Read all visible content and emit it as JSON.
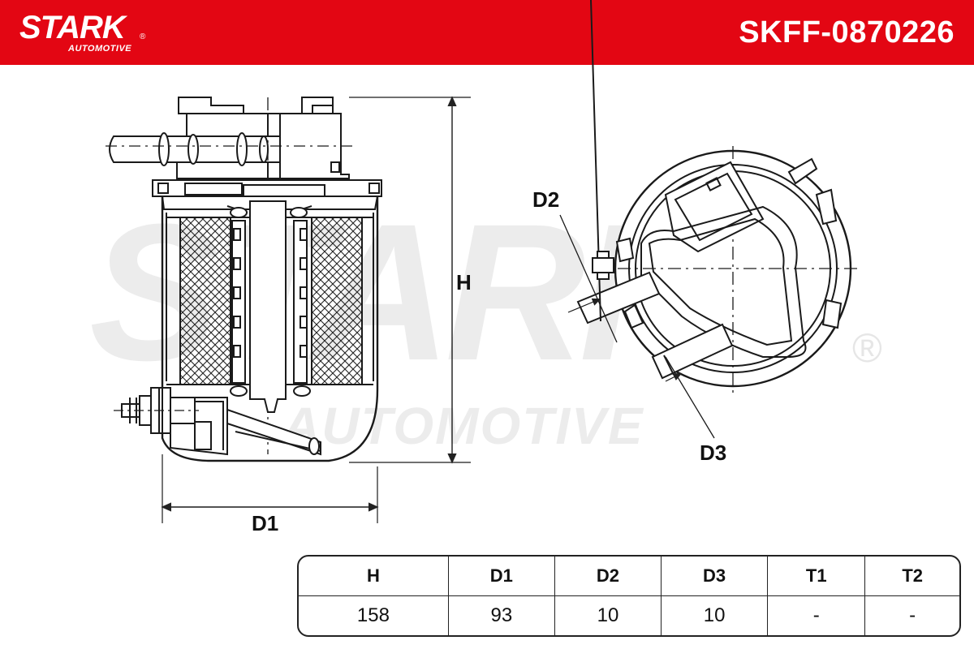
{
  "header": {
    "brand_name": "STARK",
    "brand_registered": "®",
    "brand_sub": "AUTOMOTIVE",
    "part_number": "SKFF-0870226",
    "background_color": "#e30613"
  },
  "watermark": {
    "main": "STARK",
    "sub": "AUTOMOTIVE",
    "registered": "®"
  },
  "dimension_labels": {
    "h": "H",
    "d1": "D1",
    "d2": "D2",
    "d3": "D3"
  },
  "spec_table": {
    "headers": [
      "H",
      "D1",
      "D2",
      "D3",
      "T1",
      "T2"
    ],
    "values": [
      "158",
      "93",
      "10",
      "10",
      "-",
      "-"
    ]
  }
}
